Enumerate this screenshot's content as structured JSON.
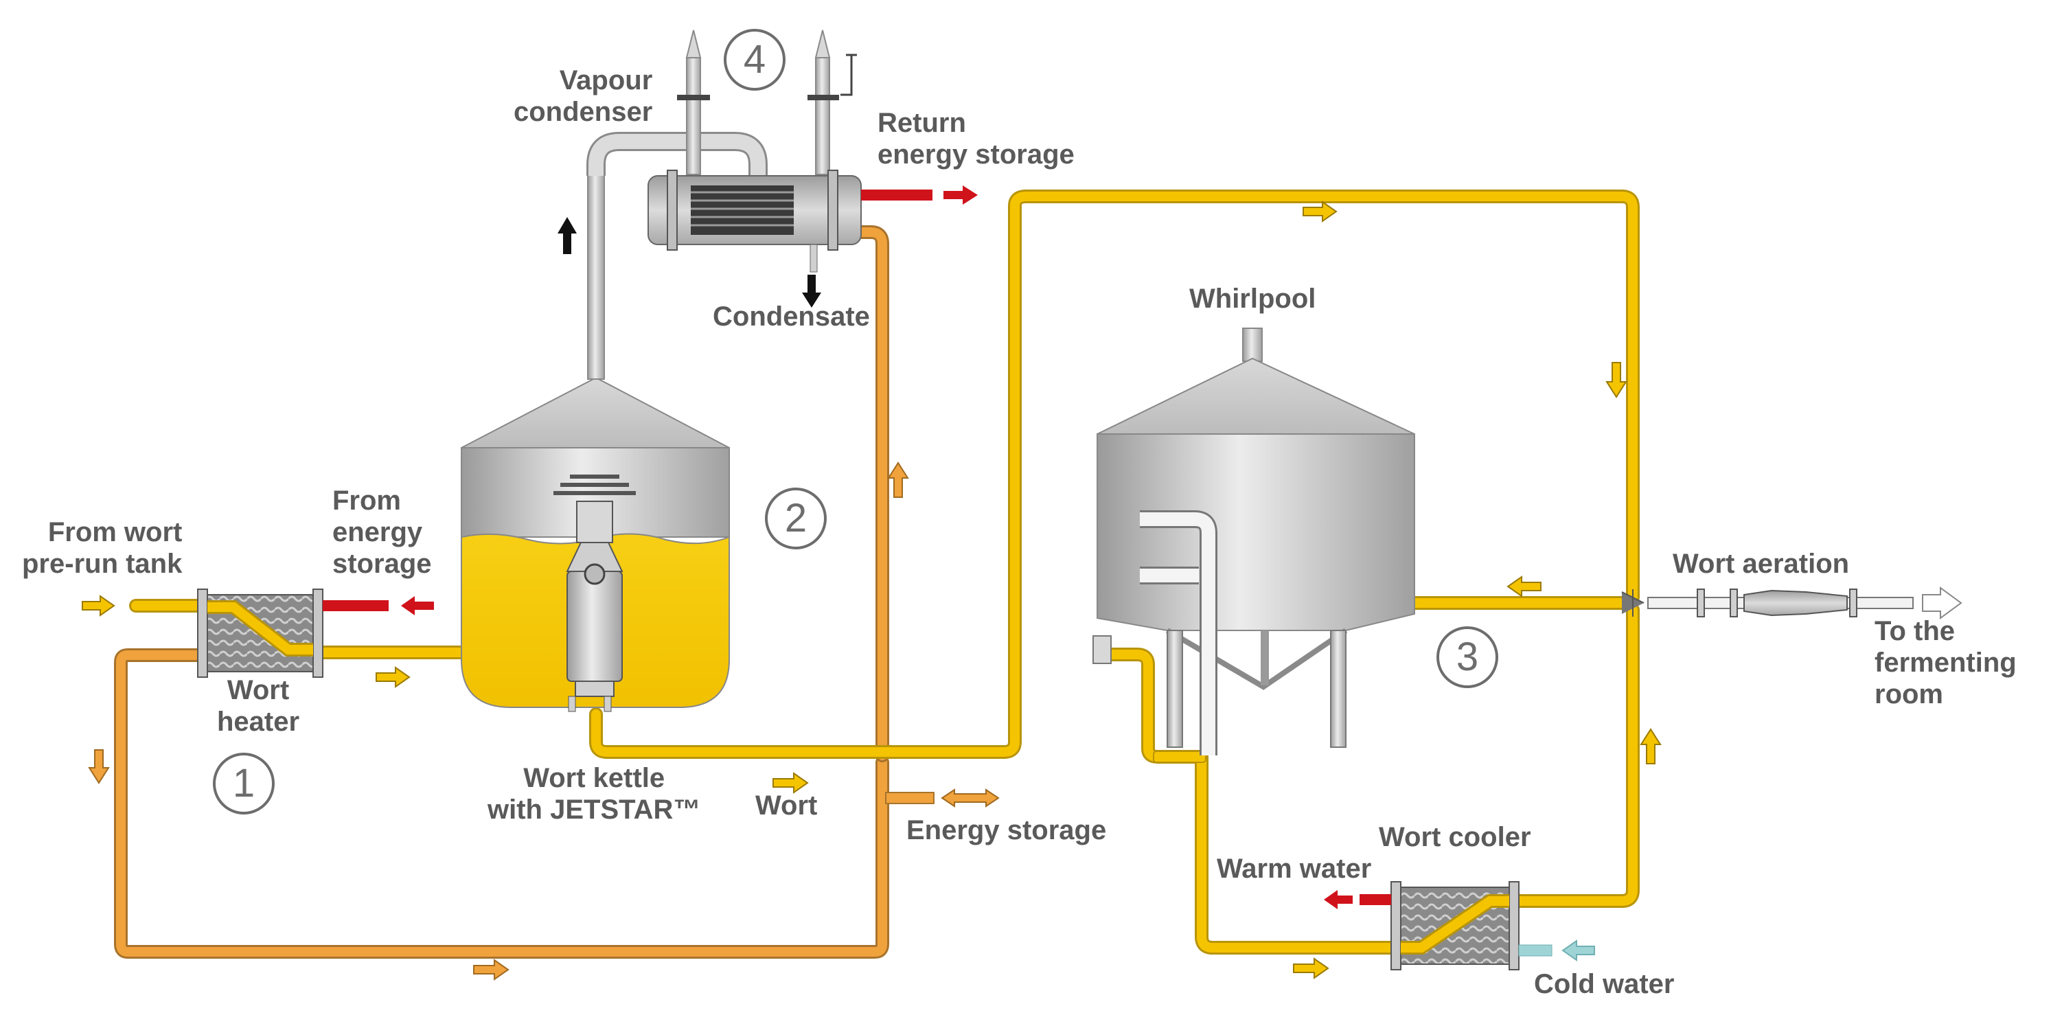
{
  "labels": {
    "vapour_condenser": "Vapour\ncondenser",
    "return_energy_storage": "Return\nenergy storage",
    "condensate": "Condensate",
    "whirlpool": "Whirlpool",
    "from_wort_prerun_tank": "From wort\npre-run tank",
    "from_energy_storage": "From\nenergy\nstorage",
    "wort_heater": "Wort\nheater",
    "wort_kettle": "Wort kettle\nwith JETSTAR™",
    "wort": "Wort",
    "energy_storage": "Energy storage",
    "wort_aeration": "Wort aeration",
    "to_fermenting_room": "To the\nfermenting\nroom",
    "wort_cooler": "Wort cooler",
    "warm_water": "Warm water",
    "cold_water": "Cold water"
  },
  "steps": [
    "1",
    "2",
    "3",
    "4"
  ],
  "colors": {
    "wort_line": "#f5c400",
    "energy_line": "#f0a23c",
    "hot_water": "#d0121b",
    "cold_water": "#9fd4d6",
    "vapour": "#c8c8c8",
    "text": "#5a5a5a"
  }
}
